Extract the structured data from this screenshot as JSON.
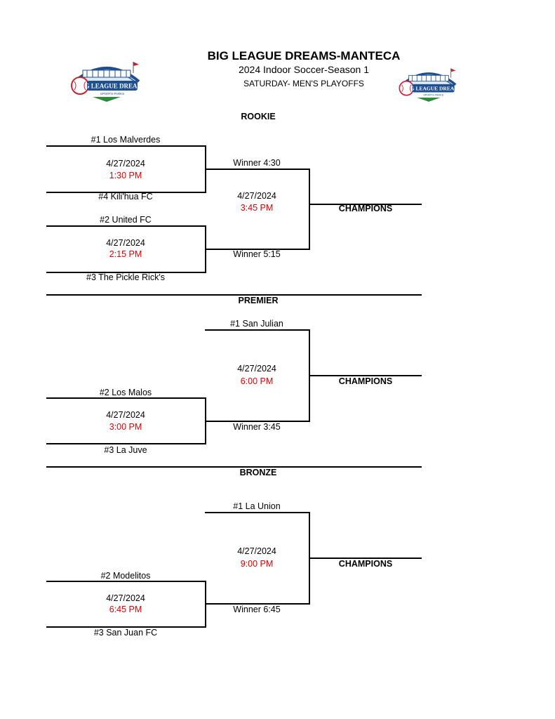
{
  "header": {
    "title": "BIG LEAGUE DREAMS-MANTECA",
    "subtitle": "2024 Indoor Soccer-Season 1",
    "day_division": "SATURDAY- MEN'S PLAYOFFS",
    "logo_text": "BIG LEAGUE DREAMS",
    "logo_subtext": "SPORTS PARKS"
  },
  "colors": {
    "time": "#e00000",
    "logo_blue": "#1d4f91",
    "logo_red": "#cc1f2f",
    "logo_green": "#2e8b3a"
  },
  "rookie": {
    "title": "ROOKIE",
    "game1": {
      "top_team": "#1 Los Malverdes",
      "date": "4/27/2024",
      "time": "1:30 PM",
      "bottom_team": "#4 Kili'hua FC"
    },
    "game2": {
      "top_team": "#2 United FC",
      "date": "4/27/2024",
      "time": "2:15 PM",
      "bottom_team": "#3 The Pickle Rick's"
    },
    "final": {
      "top_label": "Winner 4:30",
      "date": "4/27/2024",
      "time": "3:45 PM",
      "bottom_label": "Winner 5:15"
    },
    "champions": "CHAMPIONS"
  },
  "premier": {
    "title": "PREMIER",
    "game1": {
      "top_team": "#2 Los Malos",
      "date": "4/27/2024",
      "time": "3:00 PM",
      "bottom_team": "#3 La Juve"
    },
    "final": {
      "top_label": "#1 San Julian",
      "date": "4/27/2024",
      "time": "6:00 PM",
      "bottom_label": "Winner 3:45"
    },
    "champions": "CHAMPIONS"
  },
  "bronze": {
    "title": "BRONZE",
    "game1": {
      "top_team": "#2 Modelitos",
      "date": "4/27/2024",
      "time": "6:45 PM",
      "bottom_team": "#3 San Juan FC"
    },
    "final": {
      "top_label": "#1 La Union",
      "date": "4/27/2024",
      "time": "9:00 PM",
      "bottom_label": "Winner 6:45"
    },
    "champions": "CHAMPIONS"
  }
}
